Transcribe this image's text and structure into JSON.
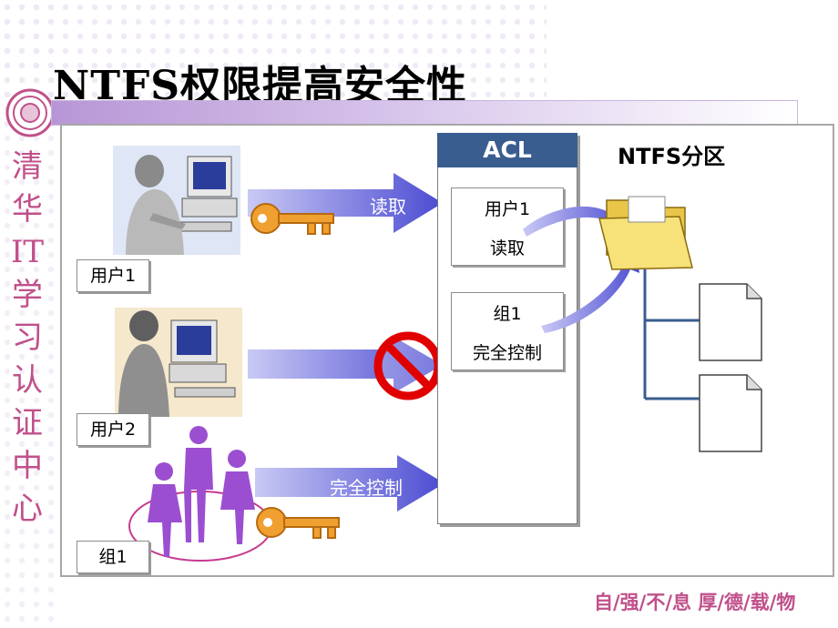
{
  "slide": {
    "title": "NTFS权限提高安全性",
    "school_name": "清华IT学习认证中心",
    "motto": "自/强/不/息  厚/德/载/物"
  },
  "users": [
    {
      "label": "用户1"
    },
    {
      "label": "用户2"
    },
    {
      "label": "组1"
    }
  ],
  "arrows": [
    {
      "label": "读取"
    },
    {
      "label": ""
    },
    {
      "label": "完全控制"
    }
  ],
  "acl": {
    "header": "ACL",
    "entries": [
      {
        "subject": "用户1",
        "permission": "读取"
      },
      {
        "subject": "组1",
        "permission": "完全控制"
      }
    ]
  },
  "partition": {
    "label": "NTFS分区"
  },
  "colors": {
    "arrow": "#5a5ad6",
    "acl_header": "#3a5d90",
    "accent_pink": "#c0508a",
    "folder": "#f5df6a",
    "key": "#f0a030",
    "deny": "#e00000"
  },
  "icons": [
    "key-icon",
    "deny-icon",
    "folder-icon",
    "file-icon",
    "computer-user-icon",
    "group-icon",
    "school-seal-icon"
  ]
}
